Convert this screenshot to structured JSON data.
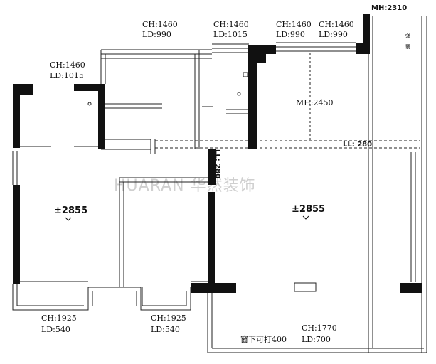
{
  "watermark": "HUARAN 华然装饰",
  "windows": [
    {
      "ch": "CH:1460",
      "ld": "LD:990"
    },
    {
      "ch": "CH:1460",
      "ld": "LD:1015"
    },
    {
      "ch": "CH:1460",
      "ld": "LD:990"
    },
    {
      "ch": "CH:1460",
      "ld": "LD:990"
    },
    {
      "ch": "CH:1460",
      "ld": "LD:1015"
    }
  ],
  "bottom_windows": [
    {
      "ch": "CH:1925",
      "ld": "LD:540"
    },
    {
      "ch": "CH:1925",
      "ld": "LD:540"
    },
    {
      "ch": "CH:1770",
      "ld": "LD:700"
    }
  ],
  "note_window": "窗下可打400",
  "mh_top": "MH:2310",
  "mh_center": "MH:2450",
  "ll_beam": "LL: 280",
  "ll_vertical": "LL: 280",
  "floor_left": "±2855",
  "floor_right": "±2855",
  "side_text_1": "强",
  "side_text_2": "弱"
}
